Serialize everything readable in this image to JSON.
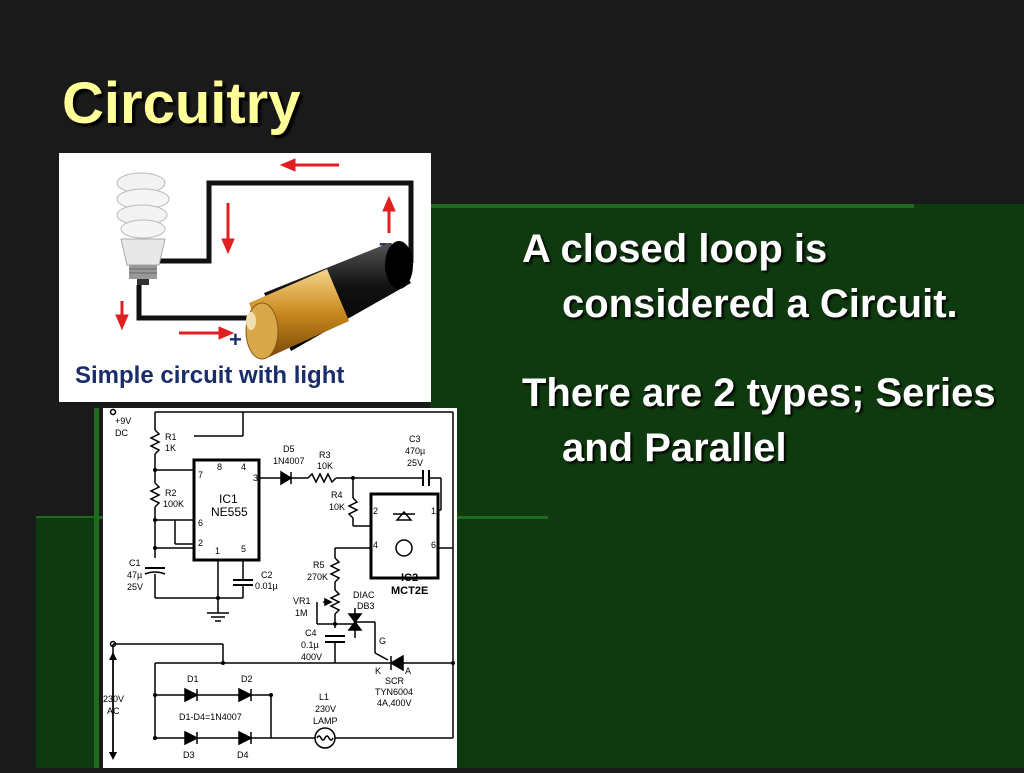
{
  "slide": {
    "title": "Circuitry",
    "bullets": [
      "A closed loop is considered a Circuit.",
      "There are 2 types; Series and Parallel"
    ]
  },
  "image1": {
    "caption": "Simple circuit with light",
    "minus_sign": "–",
    "plus_sign": "+",
    "icons": [
      "bulb-icon",
      "battery-icon",
      "arrow-icon"
    ]
  },
  "schematic": {
    "labels": {
      "supply": "+9V",
      "supply_dc": "DC",
      "r1": "R1",
      "r1_val": "1K",
      "r2": "R2",
      "r2_val": "100K",
      "ic1": "IC1",
      "ic1_part": "NE555",
      "pin8": "8",
      "pin4": "4",
      "pin7": "7",
      "pin3": "3",
      "pin6": "6",
      "pin2": "2",
      "pin1": "1",
      "pin5": "5",
      "c1": "C1",
      "c1_val": "47µ",
      "c1_volt": "25V",
      "c2": "C2",
      "c2_val": "0.01µ",
      "d5": "D5",
      "d5_part": "1N4007",
      "r3": "R3",
      "r3_val": "10K",
      "c3": "C3",
      "c3_val": "470µ",
      "c3_volt": "25V",
      "r4": "R4",
      "r4_val": "10K",
      "ic2_pin2": "2",
      "ic2_pin1": "1",
      "ic2_pin4": "4",
      "ic2_pin6": "6",
      "ic2": "IC2",
      "ic2_part": "MCT2E",
      "r5": "R5",
      "r5_val": "270K",
      "vr1": "VR1",
      "vr1_val": "1M",
      "diac": "DIAC",
      "diac_part": "DB3",
      "c4": "C4",
      "c4_val": "0.1µ",
      "c4_volt": "400V",
      "gate": "G",
      "k": "K",
      "a": "A",
      "scr": "SCR",
      "scr_part": "TYN6004",
      "scr_rating": "4A,400V",
      "ac": "230V",
      "ac2": "AC",
      "d1": "D1",
      "d2": "D2",
      "d3": "D3",
      "d4": "D4",
      "d_parts": "D1-D4=1N4007",
      "l1": "L1",
      "l1_val": "230V",
      "l1_type": "LAMP"
    }
  }
}
